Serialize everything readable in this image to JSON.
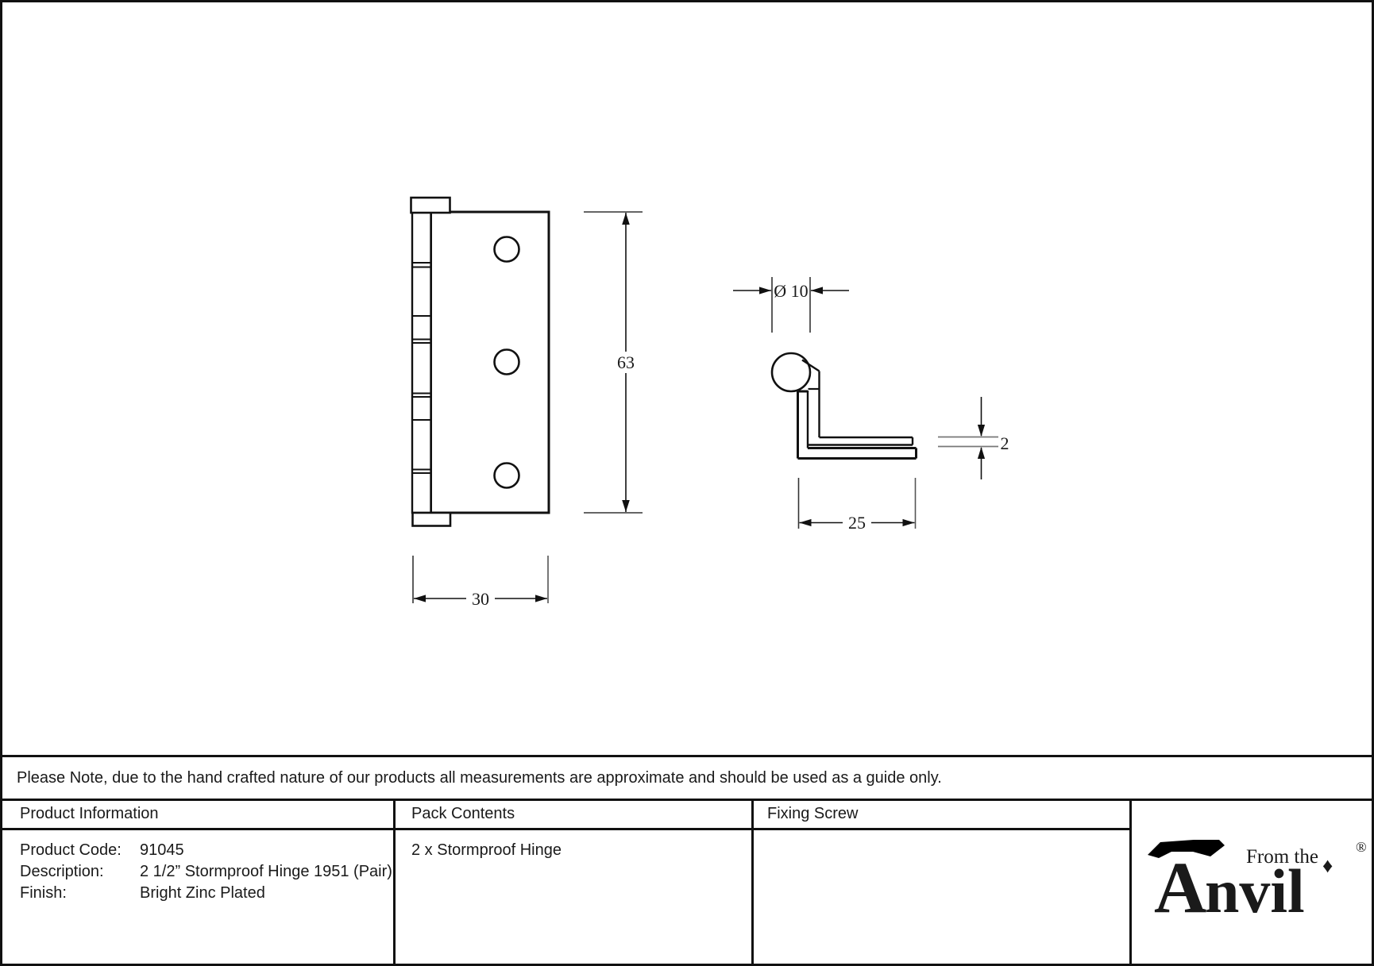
{
  "drawing": {
    "front_view": {
      "height_label": "63",
      "width_label": "30"
    },
    "side_view": {
      "diameter_label": "Ø 10",
      "thickness_label": "2",
      "depth_label": "25"
    }
  },
  "note": "Please Note, due to the hand crafted nature of our products all measurements are approximate and should be used as a guide only.",
  "table": {
    "headers": {
      "product_information": "Product Information",
      "pack_contents": "Pack Contents",
      "fixing_screw": "Fixing Screw"
    },
    "product": {
      "code_label": "Product Code:",
      "code_value": "91045",
      "description_label": "Description:",
      "description_value": "2 1/2” Stormproof Hinge 1951 (Pair)",
      "finish_label": "Finish:",
      "finish_value": "Bright Zinc Plated"
    },
    "pack_contents_value": "2 x Stormproof Hinge",
    "fixing_screw_value": ""
  },
  "logo": {
    "initial": "A",
    "rest": "nvil",
    "from_the": "From the",
    "diamond": "♦",
    "registered": "®"
  },
  "colors": {
    "line": "#1a1a1a",
    "background": "#ffffff"
  }
}
